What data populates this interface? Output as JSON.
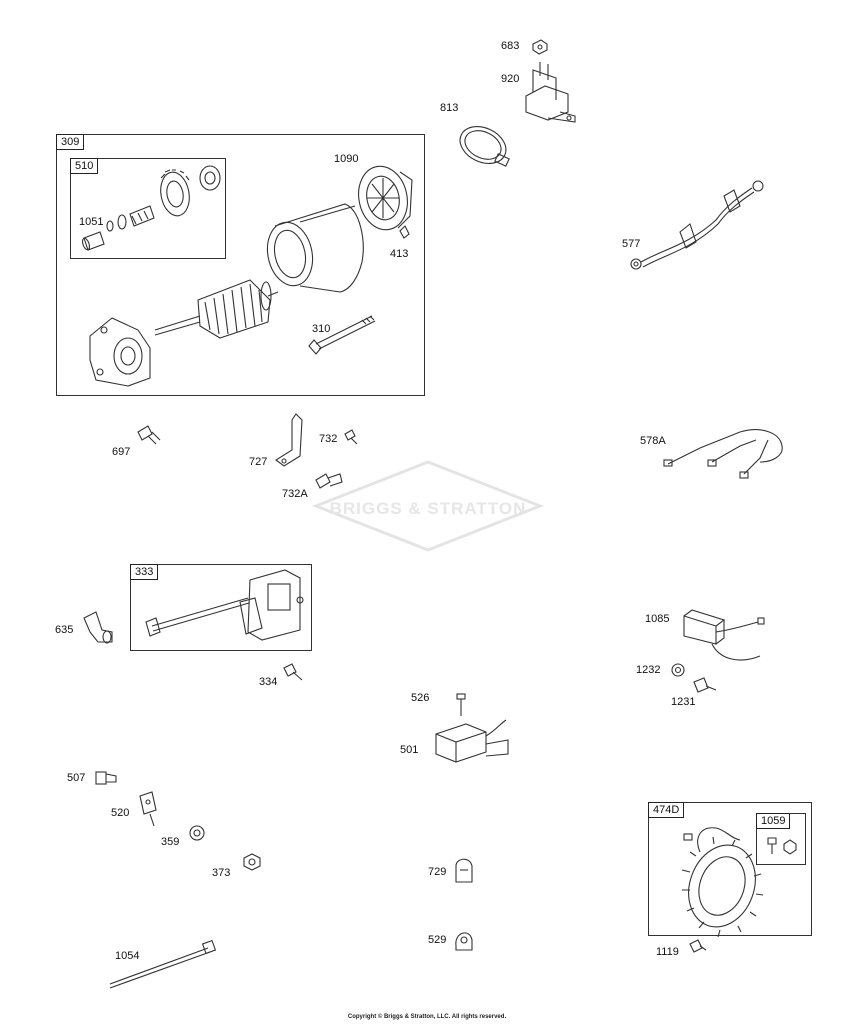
{
  "groups": {
    "g309": "309",
    "g510": "510",
    "g333": "333",
    "g474D": "474D",
    "g1059": "1059"
  },
  "parts": {
    "p683": "683",
    "p920": "920",
    "p813": "813",
    "p1090": "1090",
    "p1051": "1051",
    "p413": "413",
    "p577": "577",
    "p310": "310",
    "p697": "697",
    "p732": "732",
    "p727": "727",
    "p732A": "732A",
    "p578A": "578A",
    "p635": "635",
    "p334": "334",
    "p1085": "1085",
    "p1232": "1232",
    "p1231": "1231",
    "p526": "526",
    "p501": "501",
    "p507": "507",
    "p520": "520",
    "p359": "359",
    "p373": "373",
    "p729": "729",
    "p1054": "1054",
    "p529": "529",
    "p1119": "1119"
  },
  "watermark": "BRIGGS & STRATTON",
  "copyright": "Copyright © Briggs & Stratton, LLC. All rights reserved.",
  "colors": {
    "line": "#333333",
    "watermark": "#e6e6e6"
  }
}
